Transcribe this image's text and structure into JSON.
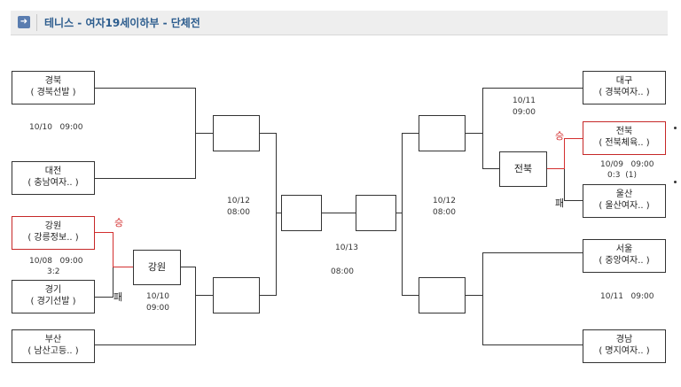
{
  "header": {
    "title": "테니스 - 여자19세이하부 - 단체전",
    "icon": "arrow-right-icon"
  },
  "teams": [
    {
      "name": "경북",
      "school": "( 경북선발 )"
    },
    {
      "name": "대전",
      "school": "( 충남여자.. )"
    },
    {
      "name": "강원",
      "school": "( 강릉정보.. )"
    },
    {
      "name": "경기",
      "school": "( 경기선발 )"
    },
    {
      "name": "부산",
      "school": "( 남산고등.. )"
    },
    {
      "name": "대구",
      "school": "( 경북여자.. )"
    },
    {
      "name": "전북",
      "school": "( 전북체육.. )"
    },
    {
      "name": "울산",
      "school": "( 울산여자.. )"
    },
    {
      "name": "서울",
      "school": "( 중앙여자.. )"
    },
    {
      "name": "경남",
      "school": "( 명지여자.. )"
    }
  ],
  "advanced": {
    "left_r1": "강원",
    "right_r1": "전북"
  },
  "times": {
    "l1_date": "10/10",
    "l1_time": "09:00",
    "l2_date": "10/08",
    "l2_time": "09:00",
    "l2_score": "3:2",
    "l3_date": "10/10",
    "l3_time": "09:00",
    "lsf_date": "10/12",
    "lsf_time": "08:00",
    "final_date": "10/13",
    "final_time": "08:00",
    "rsf_date": "10/12",
    "rsf_time": "08:00",
    "r1_date": "10/11",
    "r1_time": "09:00",
    "r2_date": "10/09",
    "r2_time": "09:00",
    "r2_score": "0:3",
    "r2_extra": "(1)",
    "r3_date": "10/11",
    "r3_time": "09:00"
  },
  "labels": {
    "win": "승",
    "loss": "패"
  },
  "colors": {
    "win_line": "#d32f2f",
    "header_title": "#2d5d8e"
  }
}
